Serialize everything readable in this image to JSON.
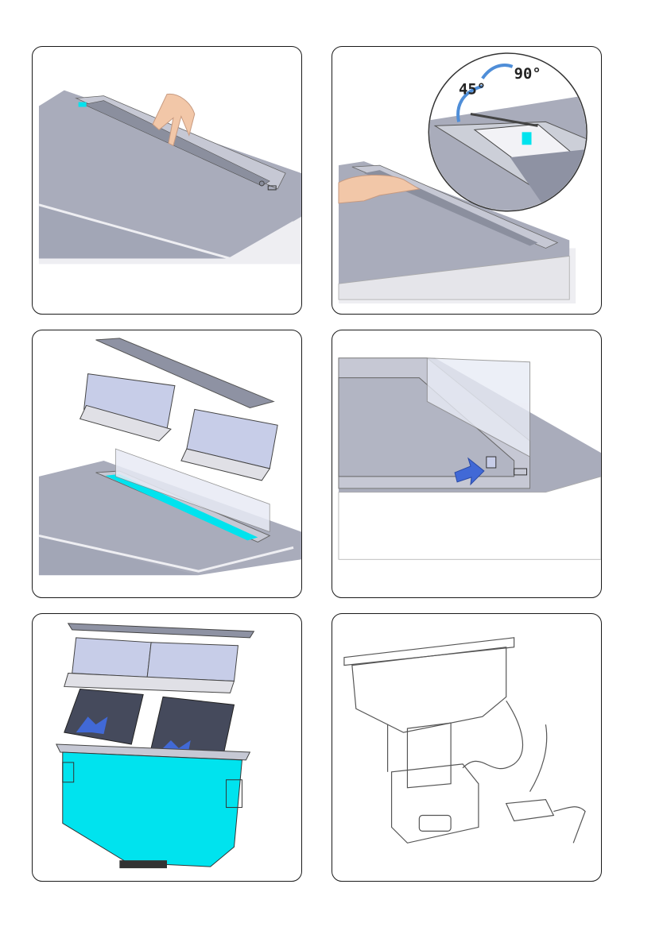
{
  "colors": {
    "surface": "#a9acbb",
    "surface_light": "#c9cad6",
    "panel_glass": "#c7cde8",
    "cyan": "#00e3ee",
    "arrow_blue": "#4169d6",
    "filter_dark": "#454a5c",
    "line": "#555555"
  },
  "steps": [
    {
      "id": 1,
      "icons": [
        "hand-press-icon"
      ]
    },
    {
      "id": 2,
      "icons": [
        "hand-slide-icon",
        "rotate-arrow-icon"
      ],
      "angles": [
        "45°",
        "90°"
      ]
    },
    {
      "id": 3,
      "icons": [
        "exploded-parts-icon"
      ]
    },
    {
      "id": 4,
      "icons": [
        "push-arrow-icon"
      ]
    },
    {
      "id": 5,
      "icons": [
        "filter-insert-arrow-icon"
      ]
    },
    {
      "id": 6,
      "icons": [
        "line-drawing-icon"
      ]
    }
  ]
}
